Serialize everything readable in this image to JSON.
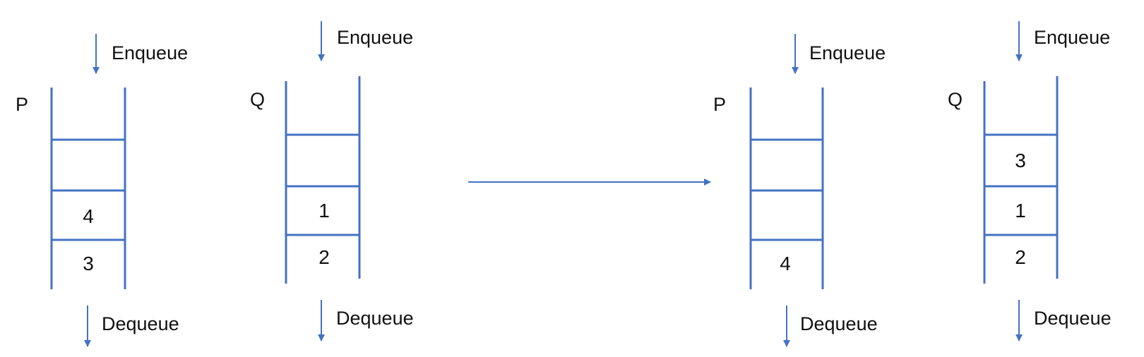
{
  "labels": {
    "enqueue": "Enqueue",
    "dequeue": "Dequeue"
  },
  "colors": {
    "line": "#4472C4",
    "text": "#111111",
    "background": "#ffffff"
  },
  "before": {
    "P": {
      "name": "P",
      "slots": [
        "",
        "",
        "4",
        "3"
      ]
    },
    "Q": {
      "name": "Q",
      "slots": [
        "",
        "",
        "1",
        "2"
      ]
    }
  },
  "after": {
    "P": {
      "name": "P",
      "slots": [
        "",
        "",
        "",
        "4"
      ]
    },
    "Q": {
      "name": "Q",
      "slots": [
        "",
        "3",
        "1",
        "2"
      ]
    }
  }
}
